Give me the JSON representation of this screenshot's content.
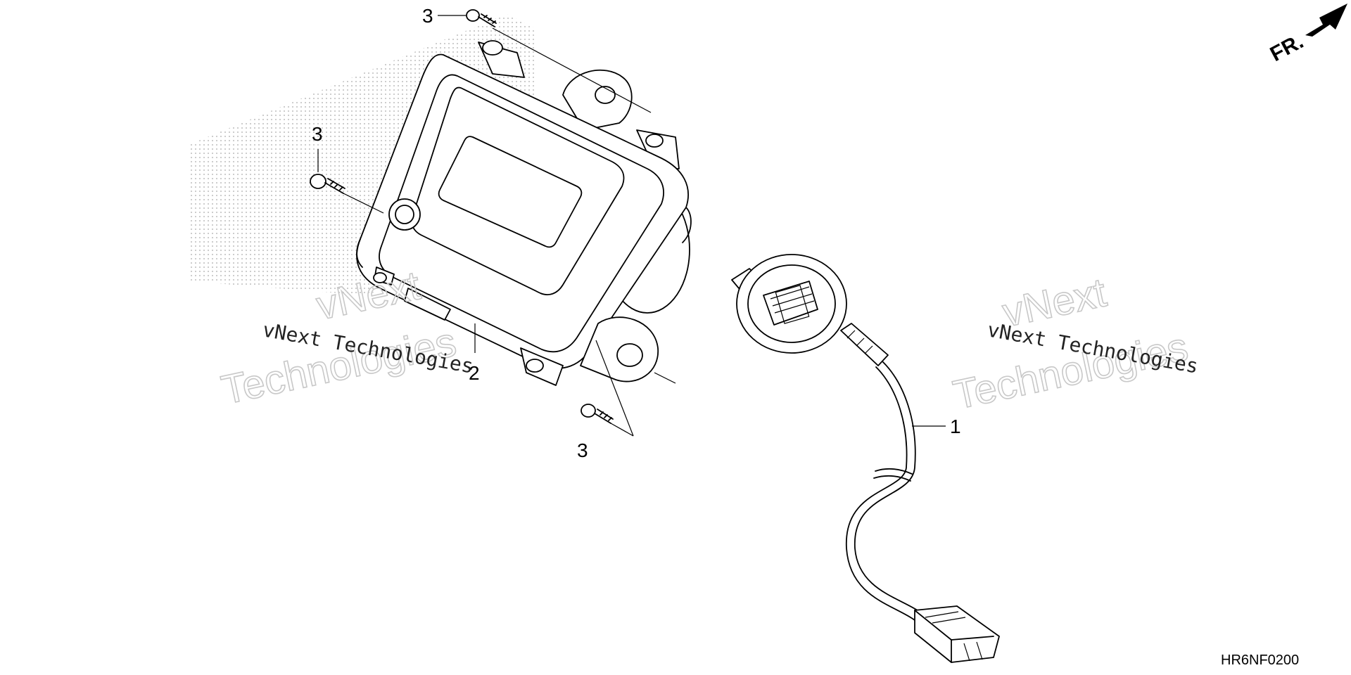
{
  "diagram": {
    "callouts": {
      "part1": "1",
      "part2": "2",
      "screw_top": "3",
      "screw_left": "3",
      "screw_bottom": "3"
    },
    "watermarks": {
      "left_small": "vNext Technologies",
      "left_big_line1": "vNext",
      "left_big_line2": "Technologies",
      "right_small": "vNext Technologies",
      "right_big_line1": "vNext",
      "right_big_line2": "Technologies"
    },
    "direction_label": "FR.",
    "diagram_code": "HR6NF0200"
  }
}
